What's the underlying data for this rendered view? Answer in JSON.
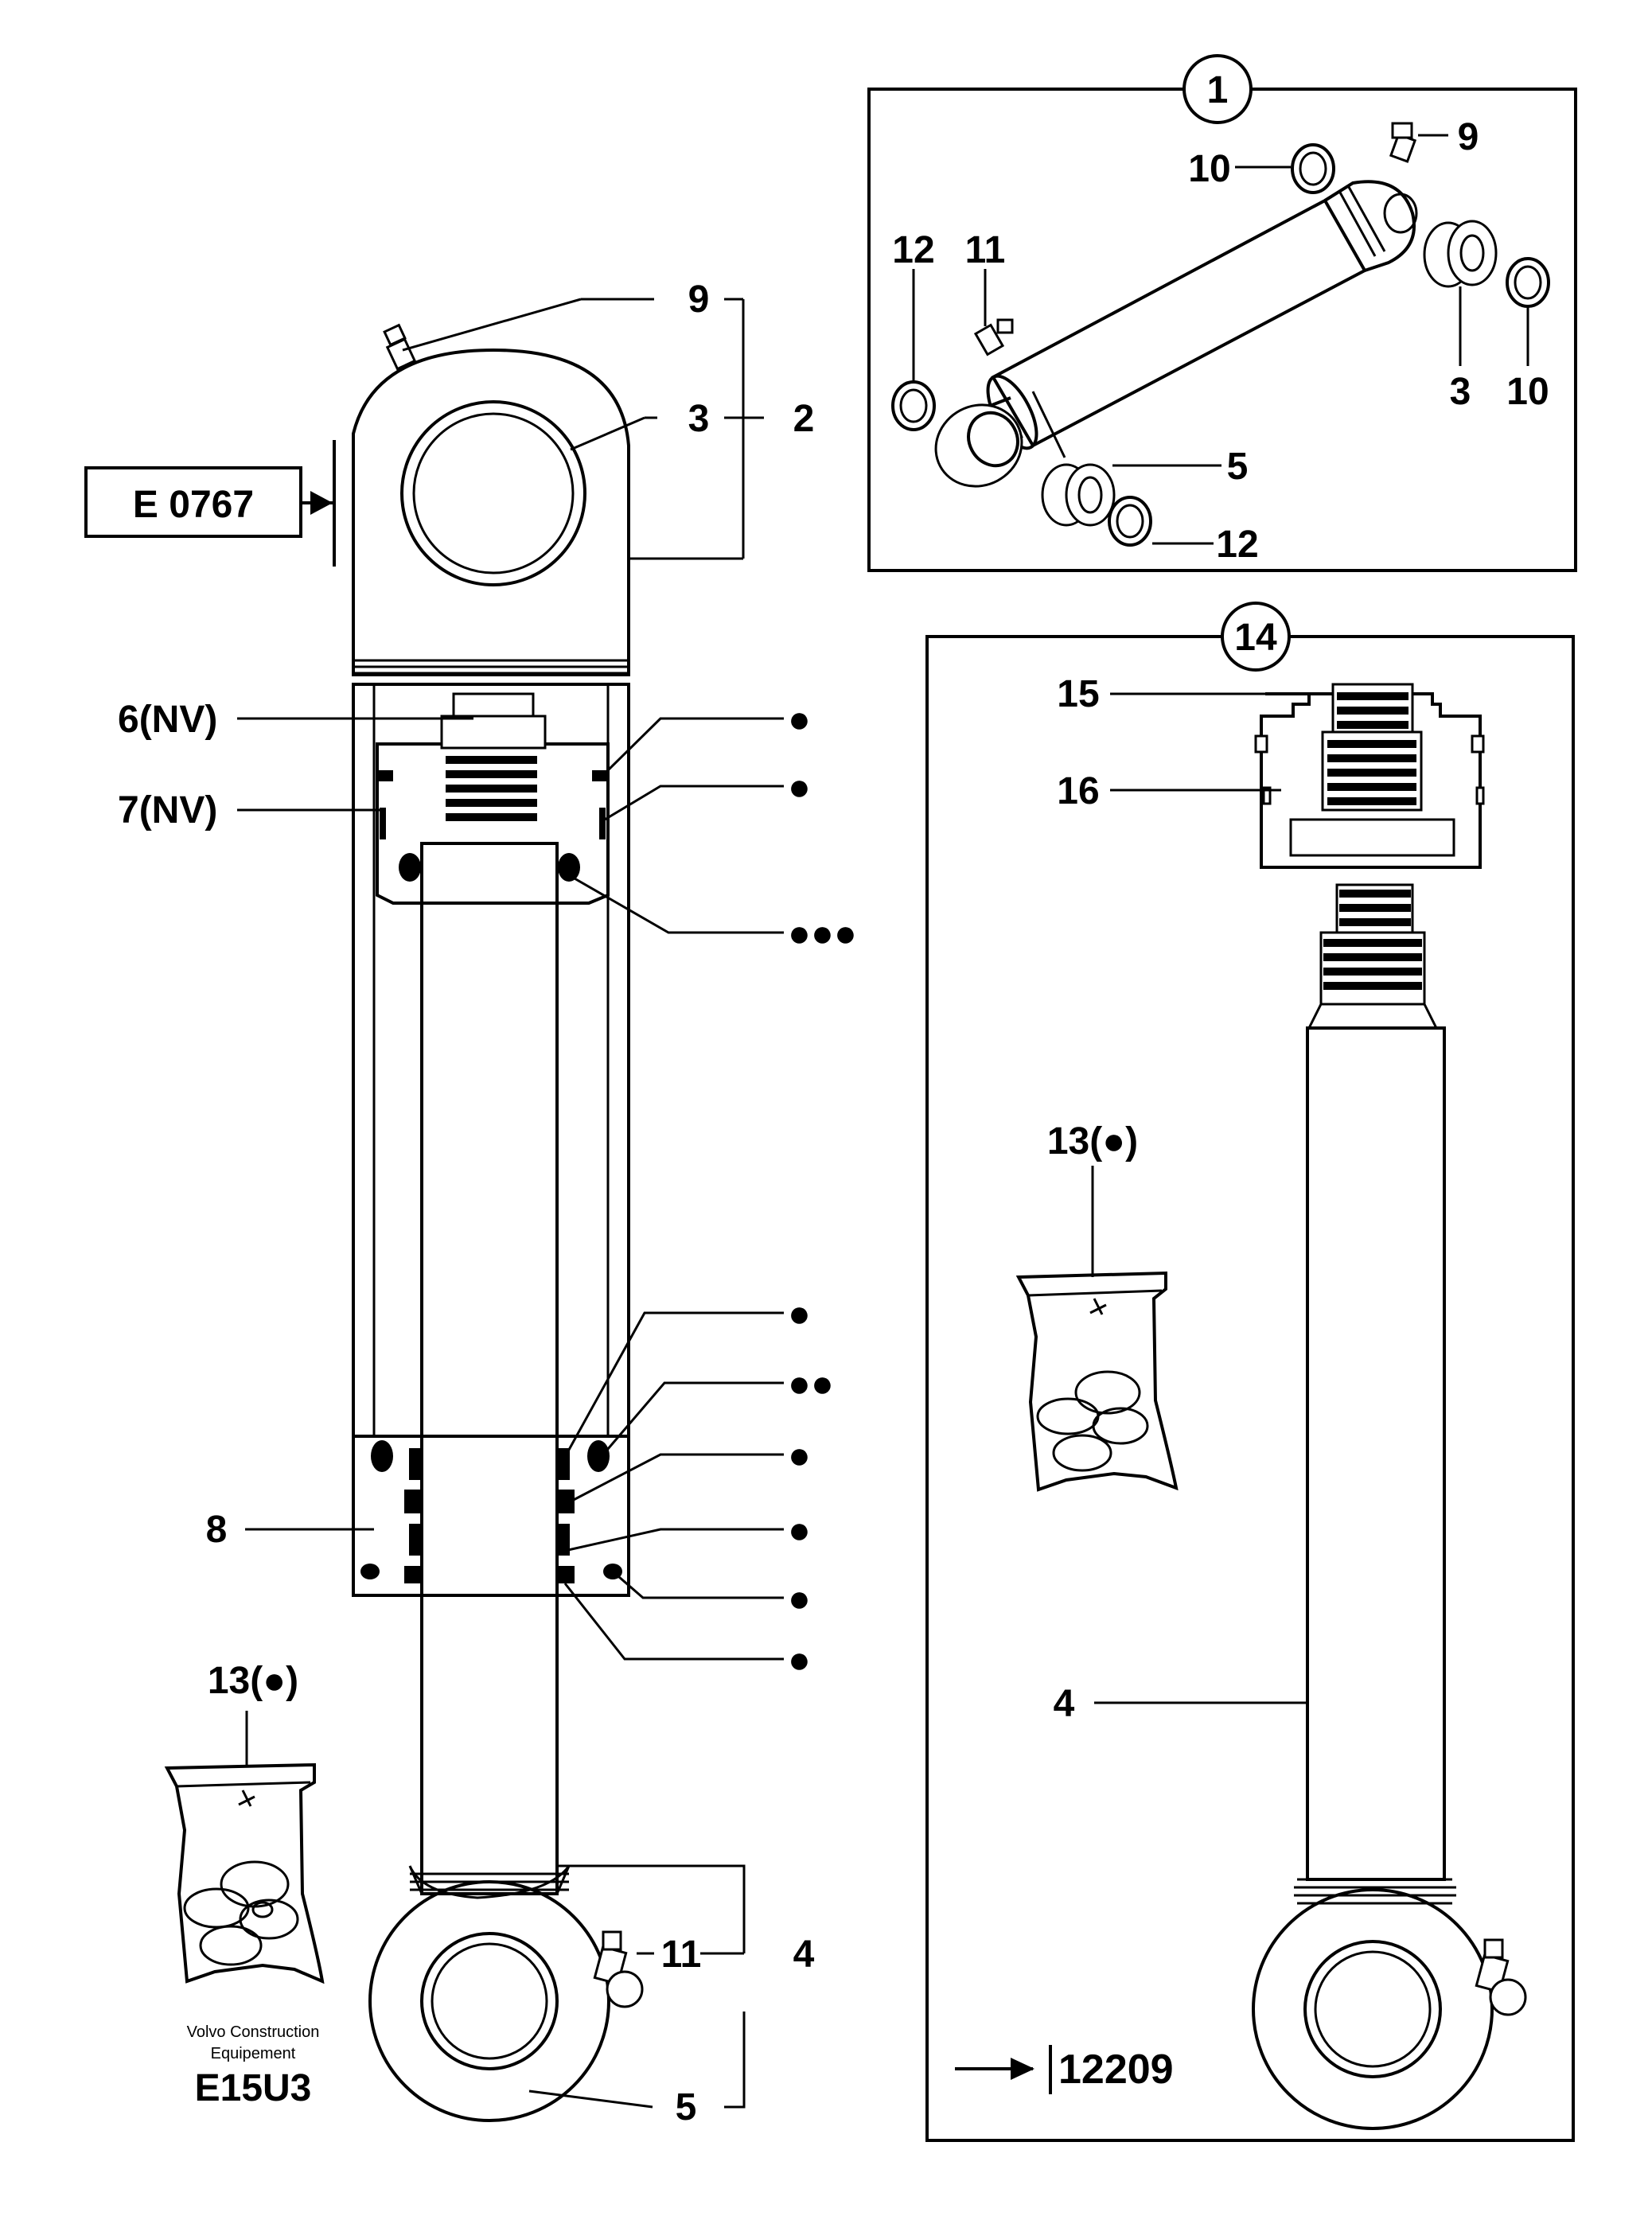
{
  "reference_box": {
    "text": "E 0767"
  },
  "main_labels": {
    "l9": "9",
    "l3": "3",
    "l2": "2",
    "l6": "6(NV)",
    "l7": "7(NV)",
    "l8": "8",
    "l11": "11",
    "l4": "4",
    "l5": "5",
    "l13": "13(●)"
  },
  "seal_markers": [
    "●",
    "●",
    "●●●",
    "●",
    "●●",
    "●",
    "●",
    "●",
    "●"
  ],
  "inset1": {
    "callout": "1",
    "labels": {
      "l9": "9",
      "l10a": "10",
      "l12a": "12",
      "l11": "11",
      "l3": "3",
      "l10b": "10",
      "l5": "5",
      "l12b": "12"
    }
  },
  "inset14": {
    "callout": "14",
    "labels": {
      "l15": "15",
      "l16": "16",
      "l13": "13(●)",
      "l4": "4"
    },
    "serial": "12209"
  },
  "footer": {
    "brand_line1": "Volvo Construction",
    "brand_line2": "Equipement",
    "code": "E15U3"
  },
  "colors": {
    "ink": "#000000",
    "paper": "#ffffff"
  }
}
